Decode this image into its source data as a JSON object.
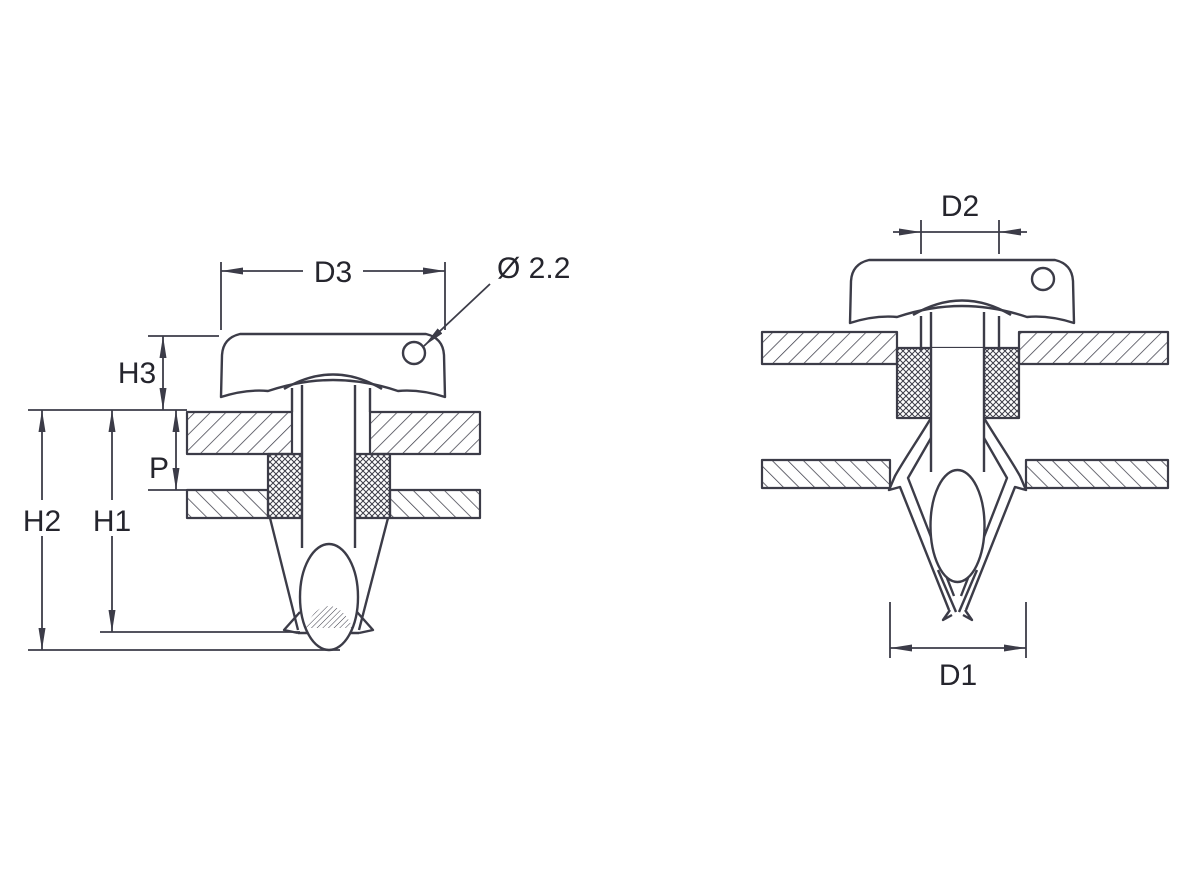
{
  "drawing": {
    "left_view": {
      "dim_d3": "D3",
      "dim_hole": "Ø 2.2",
      "dim_h3": "H3",
      "dim_p": "P",
      "dim_h1": "H1",
      "dim_h2": "H2"
    },
    "right_view": {
      "dim_d2": "D2",
      "dim_d1": "D1"
    },
    "colors": {
      "line": "#3c3c48",
      "text": "#25252d",
      "background": "#ffffff"
    }
  }
}
